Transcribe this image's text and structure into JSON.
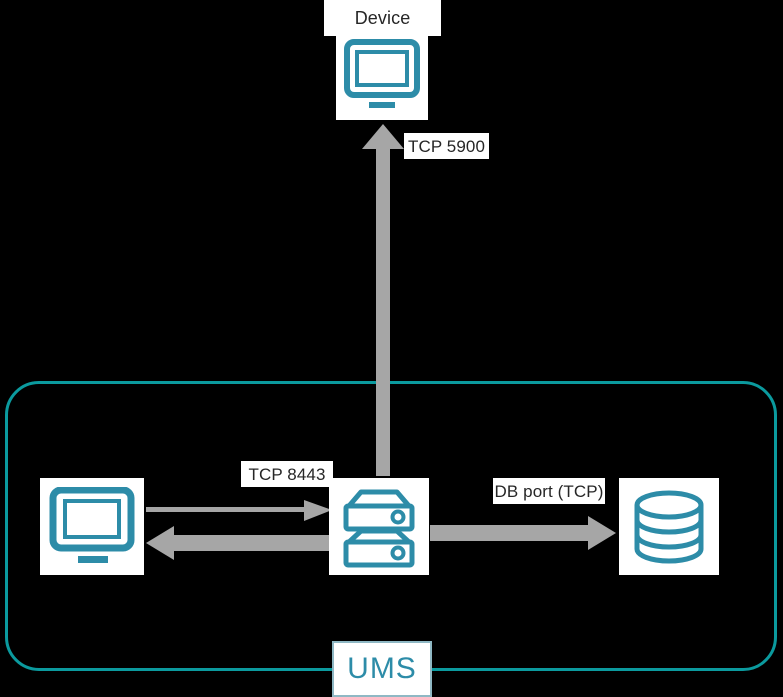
{
  "diagram": {
    "title": "UMS connection diagram",
    "colors": {
      "background": "#000000",
      "container_border": "#0b9a9e",
      "icon_teal": "#2d8ca8",
      "arrow_gray": "#a6a6a6",
      "label_text": "#262626",
      "ums_text": "#2d8ca8"
    },
    "container": {
      "name": "UMS",
      "badge_label": "UMS"
    },
    "nodes": [
      {
        "id": "device",
        "label": "Device",
        "icon": "monitor-icon",
        "inside_ums": false
      },
      {
        "id": "console",
        "label": "",
        "icon": "monitor-icon",
        "inside_ums": true
      },
      {
        "id": "server",
        "label": "",
        "icon": "server-icon",
        "inside_ums": true
      },
      {
        "id": "database",
        "label": "",
        "icon": "database-icon",
        "inside_ums": true
      }
    ],
    "connections": [
      {
        "id": "server-to-device",
        "label": "TCP 5900",
        "from": "server",
        "to": "device",
        "direction": "up",
        "style": "thick"
      },
      {
        "id": "console-to-server",
        "label": "TCP 8443",
        "from": "console",
        "to": "server",
        "direction": "right",
        "style": "thin"
      },
      {
        "id": "server-to-console",
        "label": "",
        "from": "server",
        "to": "console",
        "direction": "left",
        "style": "thick"
      },
      {
        "id": "server-to-db",
        "label": "DB port (TCP)",
        "from": "server",
        "to": "database",
        "direction": "right",
        "style": "thick"
      }
    ],
    "labels": {
      "device": "Device",
      "tcp_5900": "TCP 5900",
      "tcp_8443": "TCP 8443",
      "db_port": "DB port (TCP)",
      "ums": "UMS"
    }
  }
}
